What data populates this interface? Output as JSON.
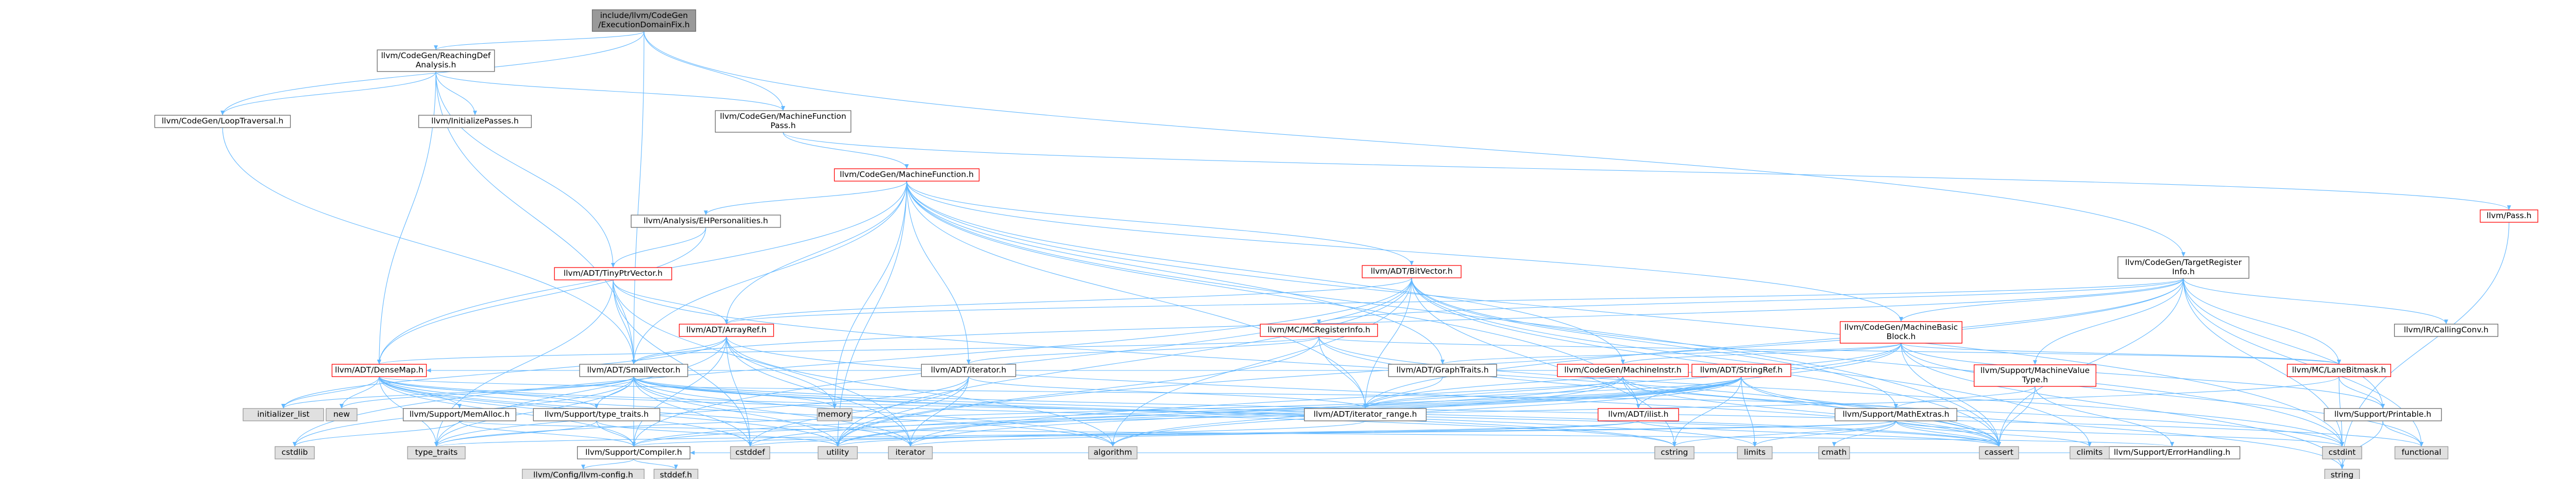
{
  "colors": {
    "root_fill": "#999999",
    "node_fill": "#ffffff",
    "node_border": "#666666",
    "missing_border": "#ff0000",
    "external_fill": "#e0e0e0",
    "external_border": "#999999",
    "edge": "#63b8ff"
  },
  "nodes": [
    {
      "id": "root",
      "lines": [
        "include/llvm/CodeGen",
        "/ExecutionDomainFix.h"
      ],
      "style": "root"
    },
    {
      "id": "reachingdef",
      "lines": [
        "llvm/CodeGen/ReachingDef",
        "Analysis.h"
      ],
      "style": "normal"
    },
    {
      "id": "looptraversal",
      "lines": [
        "llvm/CodeGen/LoopTraversal.h"
      ],
      "style": "normal"
    },
    {
      "id": "initpasses",
      "lines": [
        "llvm/InitializePasses.h"
      ],
      "style": "normal"
    },
    {
      "id": "mfpass",
      "lines": [
        "llvm/CodeGen/MachineFunction",
        "Pass.h"
      ],
      "style": "normal"
    },
    {
      "id": "tri",
      "lines": [
        "llvm/CodeGen/TargetRegister",
        "Info.h"
      ],
      "style": "normal"
    },
    {
      "id": "mf",
      "lines": [
        "llvm/CodeGen/MachineFunction.h"
      ],
      "style": "missing"
    },
    {
      "id": "pass",
      "lines": [
        "llvm/Pass.h"
      ],
      "style": "missing"
    },
    {
      "id": "ehpers",
      "lines": [
        "llvm/Analysis/EHPersonalities.h"
      ],
      "style": "normal"
    },
    {
      "id": "tinyptr",
      "lines": [
        "llvm/ADT/TinyPtrVector.h"
      ],
      "style": "missing"
    },
    {
      "id": "bitvector",
      "lines": [
        "llvm/ADT/BitVector.h"
      ],
      "style": "missing"
    },
    {
      "id": "arrayref",
      "lines": [
        "llvm/ADT/ArrayRef.h"
      ],
      "style": "missing"
    },
    {
      "id": "mcreginfo",
      "lines": [
        "llvm/MC/MCRegisterInfo.h"
      ],
      "style": "missing"
    },
    {
      "id": "mbb",
      "lines": [
        "llvm/CodeGen/MachineBasic",
        "Block.h"
      ],
      "style": "missing"
    },
    {
      "id": "mccallconv",
      "lines": [
        "llvm/MC/LaneBitmask.h"
      ],
      "style": "hidden"
    },
    {
      "id": "mcallingconv",
      "lines": [
        "llvm/IR/CallingConv.h"
      ],
      "style": "normal"
    },
    {
      "id": "densemap",
      "lines": [
        "llvm/ADT/DenseMap.h"
      ],
      "style": "missing"
    },
    {
      "id": "smallvector",
      "lines": [
        "llvm/ADT/SmallVector.h"
      ],
      "style": "normal"
    },
    {
      "id": "iterator",
      "lines": [
        "llvm/ADT/iterator.h"
      ],
      "style": "normal"
    },
    {
      "id": "graphtraits",
      "lines": [
        "llvm/ADT/GraphTraits.h"
      ],
      "style": "normal"
    },
    {
      "id": "machineinstr",
      "lines": [
        "llvm/CodeGen/MachineInstr.h"
      ],
      "style": "missing"
    },
    {
      "id": "stringref",
      "lines": [
        "llvm/ADT/StringRef.h"
      ],
      "style": "missing"
    },
    {
      "id": "mvt",
      "lines": [
        "llvm/Support/MachineValue",
        "Type.h"
      ],
      "style": "missing"
    },
    {
      "id": "lanebitmask",
      "lines": [
        "llvm/MC/LaneBitmask.h"
      ],
      "style": "missing"
    },
    {
      "id": "printable",
      "lines": [
        "llvm/Support/Printable.h"
      ],
      "style": "normal"
    },
    {
      "id": "memalloc",
      "lines": [
        "llvm/Support/MemAlloc.h"
      ],
      "style": "normal"
    },
    {
      "id": "typetraits_llvm",
      "lines": [
        "llvm/Support/type_traits.h"
      ],
      "style": "normal"
    },
    {
      "id": "iterrange",
      "lines": [
        "llvm/ADT/iterator_range.h"
      ],
      "style": "normal"
    },
    {
      "id": "ilist",
      "lines": [
        "llvm/ADT/ilist.h"
      ],
      "style": "missing"
    },
    {
      "id": "mathextras",
      "lines": [
        "llvm/Support/MathExtras.h"
      ],
      "style": "normal"
    },
    {
      "id": "errhandling",
      "lines": [
        "llvm/Support/ErrorHandling.h"
      ],
      "style": "normal"
    },
    {
      "id": "compiler",
      "lines": [
        "llvm/Support/Compiler.h"
      ],
      "style": "normal"
    },
    {
      "id": "llvmconfig",
      "lines": [
        "llvm/Config/llvm-config.h"
      ],
      "style": "external"
    },
    {
      "id": "stddef_h",
      "lines": [
        "stddef.h"
      ],
      "style": "external"
    },
    {
      "id": "initlist",
      "lines": [
        "initializer_list"
      ],
      "style": "external"
    },
    {
      "id": "new",
      "lines": [
        "new"
      ],
      "style": "external"
    },
    {
      "id": "memory",
      "lines": [
        "memory"
      ],
      "style": "external"
    },
    {
      "id": "cstdlib",
      "lines": [
        "cstdlib"
      ],
      "style": "external"
    },
    {
      "id": "type_traits",
      "lines": [
        "type_traits"
      ],
      "style": "external"
    },
    {
      "id": "cstddef",
      "lines": [
        "cstddef"
      ],
      "style": "external"
    },
    {
      "id": "utility",
      "lines": [
        "utility"
      ],
      "style": "external"
    },
    {
      "id": "iterator_std",
      "lines": [
        "iterator"
      ],
      "style": "external"
    },
    {
      "id": "algorithm",
      "lines": [
        "algorithm"
      ],
      "style": "external"
    },
    {
      "id": "cstring",
      "lines": [
        "cstring"
      ],
      "style": "external"
    },
    {
      "id": "limits",
      "lines": [
        "limits"
      ],
      "style": "external"
    },
    {
      "id": "cmath",
      "lines": [
        "cmath"
      ],
      "style": "external"
    },
    {
      "id": "cassert",
      "lines": [
        "cassert"
      ],
      "style": "external"
    },
    {
      "id": "climits",
      "lines": [
        "climits"
      ],
      "style": "external"
    },
    {
      "id": "cstdint",
      "lines": [
        "cstdint"
      ],
      "style": "external"
    },
    {
      "id": "functional",
      "lines": [
        "functional"
      ],
      "style": "external"
    },
    {
      "id": "string",
      "lines": [
        "string"
      ],
      "style": "external"
    }
  ],
  "edges": [
    [
      "root",
      "reachingdef"
    ],
    [
      "root",
      "looptraversal"
    ],
    [
      "root",
      "mfpass"
    ],
    [
      "root",
      "tri"
    ],
    [
      "root",
      "smallvector"
    ],
    [
      "reachingdef",
      "looptraversal"
    ],
    [
      "reachingdef",
      "initpasses"
    ],
    [
      "reachingdef",
      "mfpass"
    ],
    [
      "reachingdef",
      "densemap"
    ],
    [
      "reachingdef",
      "tinyptr"
    ],
    [
      "reachingdef",
      "smallvector"
    ],
    [
      "looptraversal",
      "smallvector"
    ],
    [
      "mfpass",
      "mf"
    ],
    [
      "mfpass",
      "pass"
    ],
    [
      "tri",
      "mbb"
    ],
    [
      "tri",
      "arrayref"
    ],
    [
      "tri",
      "smallvector"
    ],
    [
      "tri",
      "iterrange"
    ],
    [
      "tri",
      "mcallingconv"
    ],
    [
      "tri",
      "lanebitmask"
    ],
    [
      "tri",
      "mcreginfo"
    ],
    [
      "tri",
      "mvt"
    ],
    [
      "tri",
      "printable"
    ],
    [
      "tri",
      "cassert"
    ],
    [
      "tri",
      "cstdint"
    ],
    [
      "tri",
      "functional"
    ],
    [
      "tri",
      "utility"
    ],
    [
      "mf",
      "ehpers"
    ],
    [
      "mf",
      "arrayref"
    ],
    [
      "mf",
      "bitvector"
    ],
    [
      "mf",
      "densemap"
    ],
    [
      "mf",
      "graphtraits"
    ],
    [
      "mf",
      "smallvector"
    ],
    [
      "mf",
      "ilist"
    ],
    [
      "mf",
      "iterator"
    ],
    [
      "mf",
      "mbb"
    ],
    [
      "mf",
      "machineinstr"
    ],
    [
      "mf",
      "iterrange"
    ],
    [
      "mf",
      "cassert"
    ],
    [
      "mf",
      "cstdint"
    ],
    [
      "mf",
      "memory"
    ],
    [
      "mf",
      "utility"
    ],
    [
      "mf",
      "vector_x"
    ],
    [
      "pass",
      "string"
    ],
    [
      "ehpers",
      "tinyptr"
    ],
    [
      "ehpers",
      "densemap"
    ],
    [
      "tinyptr",
      "arrayref"
    ],
    [
      "tinyptr",
      "smallvector"
    ],
    [
      "tinyptr",
      "cassert"
    ],
    [
      "tinyptr",
      "cstddef"
    ],
    [
      "tinyptr",
      "iterator_std"
    ],
    [
      "tinyptr",
      "type_traits"
    ],
    [
      "bitvector",
      "arrayref"
    ],
    [
      "bitvector",
      "iterrange"
    ],
    [
      "bitvector",
      "mathextras"
    ],
    [
      "bitvector",
      "compiler"
    ],
    [
      "bitvector",
      "algorithm"
    ],
    [
      "bitvector",
      "cassert"
    ],
    [
      "bitvector",
      "climits"
    ],
    [
      "bitvector",
      "cstdint"
    ],
    [
      "bitvector",
      "cstdlib"
    ],
    [
      "bitvector",
      "cstring"
    ],
    [
      "bitvector",
      "utility"
    ],
    [
      "arrayref",
      "smallvector"
    ],
    [
      "arrayref",
      "compiler"
    ],
    [
      "arrayref",
      "algorithm"
    ],
    [
      "arrayref",
      "cassert"
    ],
    [
      "arrayref",
      "cstddef"
    ],
    [
      "arrayref",
      "initlist"
    ],
    [
      "arrayref",
      "iterator_std"
    ],
    [
      "arrayref",
      "memory"
    ],
    [
      "arrayref",
      "type_traits"
    ],
    [
      "mcreginfo",
      "densemap"
    ],
    [
      "mcreginfo",
      "iterator"
    ],
    [
      "mcreginfo",
      "iterrange"
    ],
    [
      "mcreginfo",
      "lanebitmask"
    ],
    [
      "mcreginfo",
      "cassert"
    ],
    [
      "mcreginfo",
      "cstdint"
    ],
    [
      "mcreginfo",
      "utility"
    ],
    [
      "mbb",
      "graphtraits"
    ],
    [
      "mbb",
      "ilist"
    ],
    [
      "mbb",
      "iterrange"
    ],
    [
      "mbb",
      "machineinstr"
    ],
    [
      "mbb",
      "lanebitmask"
    ],
    [
      "mbb",
      "printable"
    ],
    [
      "mbb",
      "cassert"
    ],
    [
      "mbb",
      "functional"
    ],
    [
      "mbb",
      "iterator_std"
    ],
    [
      "mbb",
      "string"
    ],
    [
      "densemap",
      "compiler"
    ],
    [
      "densemap",
      "memalloc"
    ],
    [
      "densemap",
      "typetraits_llvm"
    ],
    [
      "densemap",
      "mathextras"
    ],
    [
      "densemap",
      "algorithm"
    ],
    [
      "densemap",
      "cassert"
    ],
    [
      "densemap",
      "cstddef"
    ],
    [
      "densemap",
      "cstring"
    ],
    [
      "densemap",
      "initlist"
    ],
    [
      "densemap",
      "iterator_std"
    ],
    [
      "densemap",
      "new"
    ],
    [
      "densemap",
      "type_traits"
    ],
    [
      "densemap",
      "utility"
    ],
    [
      "smallvector",
      "compiler"
    ],
    [
      "smallvector",
      "typetraits_llvm"
    ],
    [
      "smallvector",
      "algorithm"
    ],
    [
      "smallvector",
      "cassert"
    ],
    [
      "smallvector",
      "cstddef"
    ],
    [
      "smallvector",
      "cstdlib"
    ],
    [
      "smallvector",
      "cstring"
    ],
    [
      "smallvector",
      "functional"
    ],
    [
      "smallvector",
      "initlist"
    ],
    [
      "smallvector",
      "iterator_std"
    ],
    [
      "smallvector",
      "limits"
    ],
    [
      "smallvector",
      "memory"
    ],
    [
      "smallvector",
      "new"
    ],
    [
      "smallvector",
      "type_traits"
    ],
    [
      "smallvector",
      "utility"
    ],
    [
      "iterator",
      "iterrange"
    ],
    [
      "iterator",
      "cstddef"
    ],
    [
      "iterator",
      "iterator_std"
    ],
    [
      "iterator",
      "type_traits"
    ],
    [
      "iterator",
      "utility"
    ],
    [
      "graphtraits",
      "iterrange"
    ],
    [
      "machineinstr",
      "densemap"
    ],
    [
      "machineinstr",
      "ilist"
    ],
    [
      "machineinstr",
      "iterrange"
    ],
    [
      "machineinstr",
      "utility"
    ],
    [
      "machineinstr",
      "algorithm"
    ],
    [
      "machineinstr",
      "cassert"
    ],
    [
      "machineinstr",
      "cstdint"
    ],
    [
      "stringref",
      "iterrange"
    ],
    [
      "stringref",
      "compiler"
    ],
    [
      "stringref",
      "algorithm"
    ],
    [
      "stringref",
      "cassert"
    ],
    [
      "stringref",
      "cstddef"
    ],
    [
      "stringref",
      "cstring"
    ],
    [
      "stringref",
      "iterator_std"
    ],
    [
      "stringref",
      "limits"
    ],
    [
      "stringref",
      "string"
    ],
    [
      "stringref",
      "type_traits"
    ],
    [
      "stringref",
      "utility"
    ],
    [
      "mvt",
      "errhandling"
    ],
    [
      "mvt",
      "mathextras"
    ],
    [
      "mvt",
      "cassert"
    ],
    [
      "lanebitmask",
      "compiler"
    ],
    [
      "lanebitmask",
      "printable"
    ],
    [
      "lanebitmask",
      "cstdint"
    ],
    [
      "printable",
      "functional"
    ],
    [
      "printable",
      "string"
    ],
    [
      "memalloc",
      "compiler"
    ],
    [
      "memalloc",
      "errhandling"
    ],
    [
      "memalloc",
      "cstdlib"
    ],
    [
      "typetraits_llvm",
      "compiler"
    ],
    [
      "typetraits_llvm",
      "type_traits"
    ],
    [
      "typetraits_llvm",
      "utility"
    ],
    [
      "iterrange",
      "utility"
    ],
    [
      "ilist",
      "cassert"
    ],
    [
      "ilist",
      "cstddef"
    ],
    [
      "ilist",
      "iterator_std"
    ],
    [
      "mathextras",
      "compiler"
    ],
    [
      "mathextras",
      "cassert"
    ],
    [
      "mathextras",
      "climits"
    ],
    [
      "mathextras",
      "cmath"
    ],
    [
      "mathextras",
      "cstdint"
    ],
    [
      "mathextras",
      "cstring"
    ],
    [
      "mathextras",
      "limits"
    ],
    [
      "mathextras",
      "type_traits"
    ],
    [
      "errhandling",
      "compiler"
    ],
    [
      "compiler",
      "llvmconfig"
    ],
    [
      "compiler",
      "stddef_h"
    ]
  ]
}
